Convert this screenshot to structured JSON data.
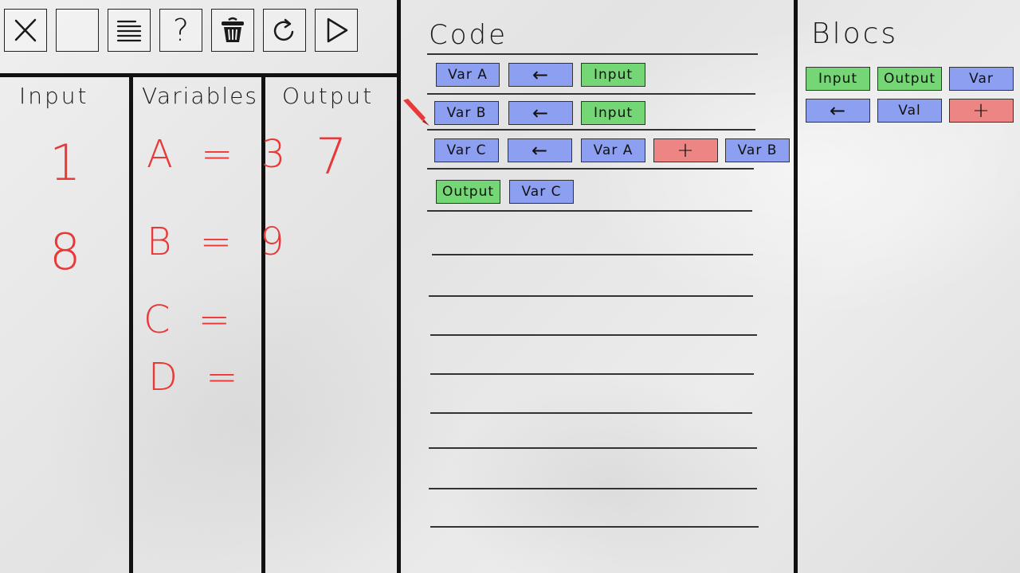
{
  "toolbar": {
    "buttons": [
      {
        "name": "close-button",
        "icon": "close-icon"
      },
      {
        "name": "blank-button",
        "icon": ""
      },
      {
        "name": "menu-button",
        "icon": "menu-lines-icon"
      },
      {
        "name": "help-button",
        "icon": "question-icon",
        "glyph": "?"
      },
      {
        "name": "delete-button",
        "icon": "trash-icon"
      },
      {
        "name": "reset-button",
        "icon": "reload-icon"
      },
      {
        "name": "run-button",
        "icon": "play-icon"
      }
    ]
  },
  "panels": {
    "input": {
      "title": "Input",
      "values": [
        "1",
        "8"
      ]
    },
    "variables": {
      "title": "Variables",
      "lines": [
        "A = 3",
        "B = 9",
        "C =",
        "D ="
      ]
    },
    "output": {
      "title": "Output",
      "values": [
        "7"
      ]
    }
  },
  "code": {
    "title": "Code",
    "lines": [
      [
        {
          "label": "Var A",
          "color": "blue"
        },
        {
          "label": "←",
          "color": "blue"
        },
        {
          "label": "Input",
          "color": "green"
        }
      ],
      [
        {
          "label": "Var B",
          "color": "blue"
        },
        {
          "label": "←",
          "color": "blue"
        },
        {
          "label": "Input",
          "color": "green"
        }
      ],
      [
        {
          "label": "Var C",
          "color": "blue"
        },
        {
          "label": "←",
          "color": "blue"
        },
        {
          "label": "Var A",
          "color": "blue"
        },
        {
          "label": "+",
          "color": "red"
        },
        {
          "label": "Var B",
          "color": "blue"
        }
      ],
      [
        {
          "label": "Output",
          "color": "green"
        },
        {
          "label": "Var C",
          "color": "blue"
        }
      ]
    ]
  },
  "blocs": {
    "title": "Blocs",
    "items": [
      {
        "label": "Input",
        "color": "green"
      },
      {
        "label": "Output",
        "color": "green"
      },
      {
        "label": "Var",
        "color": "blue"
      },
      {
        "label": "←",
        "color": "blue"
      },
      {
        "label": "Val",
        "color": "blue"
      },
      {
        "label": "+",
        "color": "red"
      }
    ]
  },
  "colors": {
    "green": "#74d674",
    "blue": "#8d9ff0",
    "red": "#ee8585",
    "ink_red": "#e83838"
  }
}
